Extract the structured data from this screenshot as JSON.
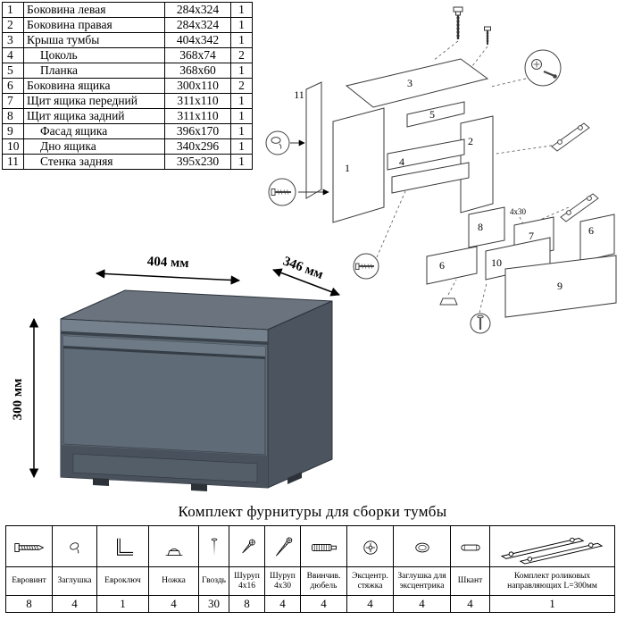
{
  "parts_table": {
    "rows": [
      {
        "num": "1",
        "name": "Боковина левая",
        "size": "284x324",
        "qty": "1"
      },
      {
        "num": "2",
        "name": "Боковина правая",
        "size": "284x324",
        "qty": "1"
      },
      {
        "num": "3",
        "name": "Крыша тумбы",
        "size": "404x342",
        "qty": "1"
      },
      {
        "num": "4",
        "name": "Цоколь",
        "size": "368x74",
        "qty": "2"
      },
      {
        "num": "5",
        "name": "Планка",
        "size": "368x60",
        "qty": "1"
      },
      {
        "num": "6",
        "name": "Боковина ящика",
        "size": "300x110",
        "qty": "2"
      },
      {
        "num": "7",
        "name": "Щит ящика передний",
        "size": "311x110",
        "qty": "1"
      },
      {
        "num": "8",
        "name": "Щит ящика задний",
        "size": "311x110",
        "qty": "1"
      },
      {
        "num": "9",
        "name": "Фасад ящика",
        "size": "396x170",
        "qty": "1"
      },
      {
        "num": "10",
        "name": "Дно ящика",
        "size": "340x296",
        "qty": "1"
      },
      {
        "num": "11",
        "name": "Стенка задняя",
        "size": "395x230",
        "qty": "1"
      }
    ]
  },
  "drawing": {
    "width_label": "404 мм",
    "depth_label": "346 мм",
    "height_label": "300 мм"
  },
  "diagram": {
    "part_labels": [
      "1",
      "2",
      "3",
      "4",
      "5",
      "6",
      "7",
      "8",
      "9",
      "10",
      "11"
    ],
    "screw_note": "4x30"
  },
  "hardware_section": {
    "title": "Комплект фурнитуры для сборки тумбы",
    "items": [
      {
        "name": "Евровинт",
        "qty": "8"
      },
      {
        "name": "Заглушка",
        "qty": "4"
      },
      {
        "name": "Евроключ",
        "qty": "1"
      },
      {
        "name": "Ножка",
        "qty": "4"
      },
      {
        "name": "Гвоздь",
        "qty": "30"
      },
      {
        "name": "Шуруп 4x16",
        "qty": "8"
      },
      {
        "name": "Шуруп 4x30",
        "qty": "4"
      },
      {
        "name": "Ввинчив. дюбель",
        "qty": "4"
      },
      {
        "name": "Эксцентр. стяжка",
        "qty": "4"
      },
      {
        "name": "Заглушка для эксцентрика",
        "qty": "4"
      },
      {
        "name": "Шкант",
        "qty": "4"
      },
      {
        "name": "Комплект роликовых направляющих L=300мм",
        "qty": "1"
      }
    ]
  },
  "colors": {
    "cabinet_top": "#6a737e",
    "cabinet_front": "#5f6a75",
    "cabinet_side": "#4c555f",
    "line": "#000000"
  }
}
